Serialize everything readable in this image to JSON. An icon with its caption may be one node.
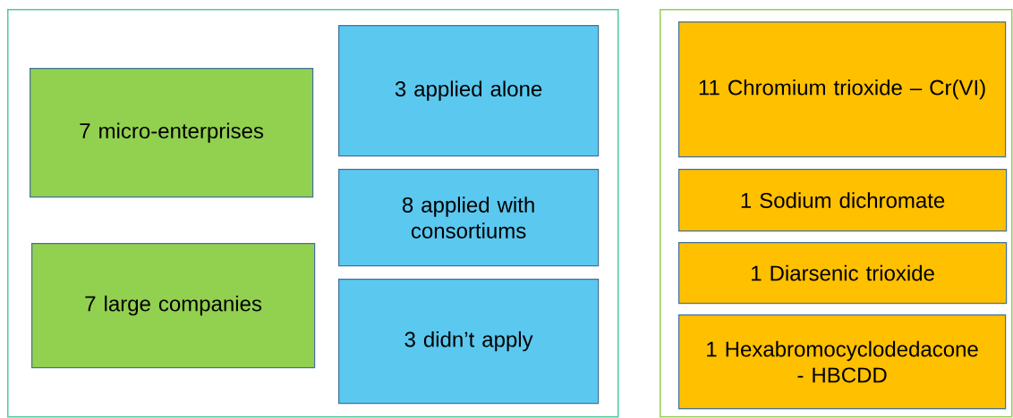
{
  "diagram": {
    "nodes": [
      {
        "text": [],
        "shape": "box"
      },
      {
        "text": [
          "7 micro-enterprises"
        ],
        "in": 0
      },
      {
        "text": [
          "7 large companies"
        ],
        "in": 0
      },
      {
        "text": [
          "3 applied alone"
        ],
        "in": 0
      },
      {
        "text": [
          "8 applied with consortiums"
        ],
        "in": 0
      },
      {
        "text": [
          "3 didn’t apply"
        ],
        "in": 0
      },
      {
        "text": [],
        "shape": "box"
      },
      {
        "text": [
          "11 Chromium trioxide – Cr(VI)"
        ],
        "in": 6
      },
      {
        "text": [
          "1 Sodium dichromate"
        ],
        "in": 6
      },
      {
        "text": [
          "1 Diarsenic trioxide"
        ],
        "in": 6
      },
      {
        "text": [
          "1 Hexabromocyclodedacone - HBCDD"
        ],
        "in": 6
      }
    ]
  }
}
